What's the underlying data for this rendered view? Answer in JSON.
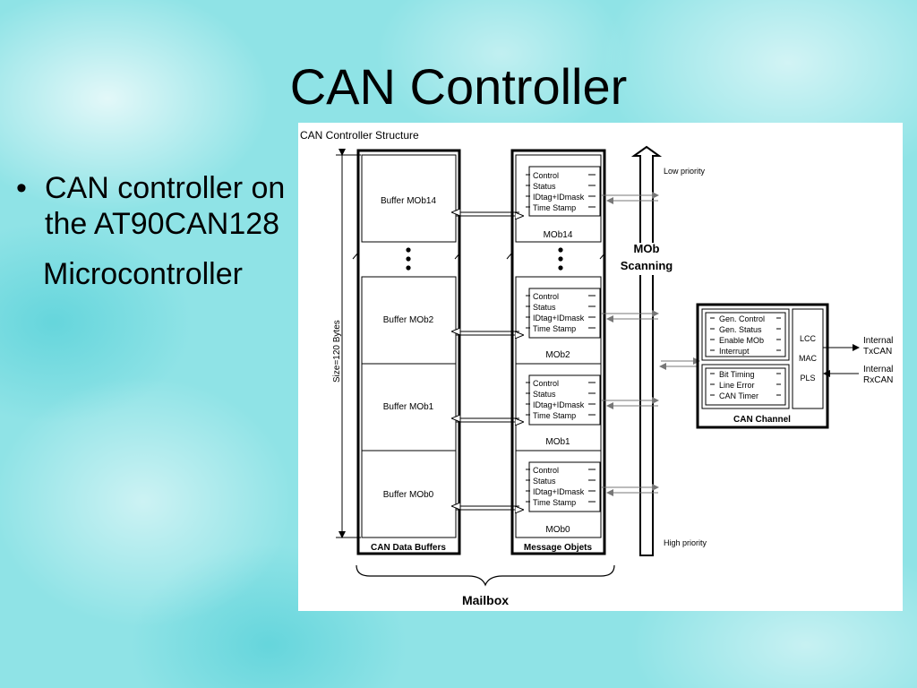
{
  "slide": {
    "title": "CAN Controller",
    "bullet": "CAN controller on the AT90CAN128",
    "bullet_continuation": "Microcontroller"
  },
  "diagram": {
    "title": "CAN Controller Structure",
    "size_label": "Size=120 Bytes",
    "buffers_label": "CAN Data Buffers",
    "message_objects_label": "Message Objets",
    "mailbox_label": "Mailbox",
    "buffers": [
      "Buffer MOb14",
      "Buffer MOb2",
      "Buffer MOb1",
      "Buffer MOb0"
    ],
    "mobs": [
      {
        "name": "MOb14",
        "fields": [
          "Control",
          "Status",
          "IDtag+IDmask",
          "Time Stamp"
        ]
      },
      {
        "name": "MOb2",
        "fields": [
          "Control",
          "Status",
          "IDtag+IDmask",
          "Time Stamp"
        ]
      },
      {
        "name": "MOb1",
        "fields": [
          "Control",
          "Status",
          "IDtag+IDmask",
          "Time Stamp"
        ]
      },
      {
        "name": "MOb0",
        "fields": [
          "Control",
          "Status",
          "IDtag+IDmask",
          "Time Stamp"
        ]
      }
    ],
    "scanning": {
      "line1": "MOb",
      "line2": "Scanning",
      "low": "Low priority",
      "high": "High priority"
    },
    "channel": {
      "label": "CAN Channel",
      "group1": [
        "Gen. Control",
        "Gen. Status",
        "Enable MOb",
        "Interrupt"
      ],
      "group2": [
        "Bit Timing",
        "Line Error",
        "CAN Timer"
      ],
      "layers": [
        "LCC",
        "MAC",
        "PLS"
      ],
      "tx": [
        "Internal",
        "TxCAN"
      ],
      "rx": [
        "Internal",
        "RxCAN"
      ]
    }
  },
  "colors": {
    "background": "#8fe3e6",
    "panel": "#ffffff",
    "ink": "#000000"
  }
}
